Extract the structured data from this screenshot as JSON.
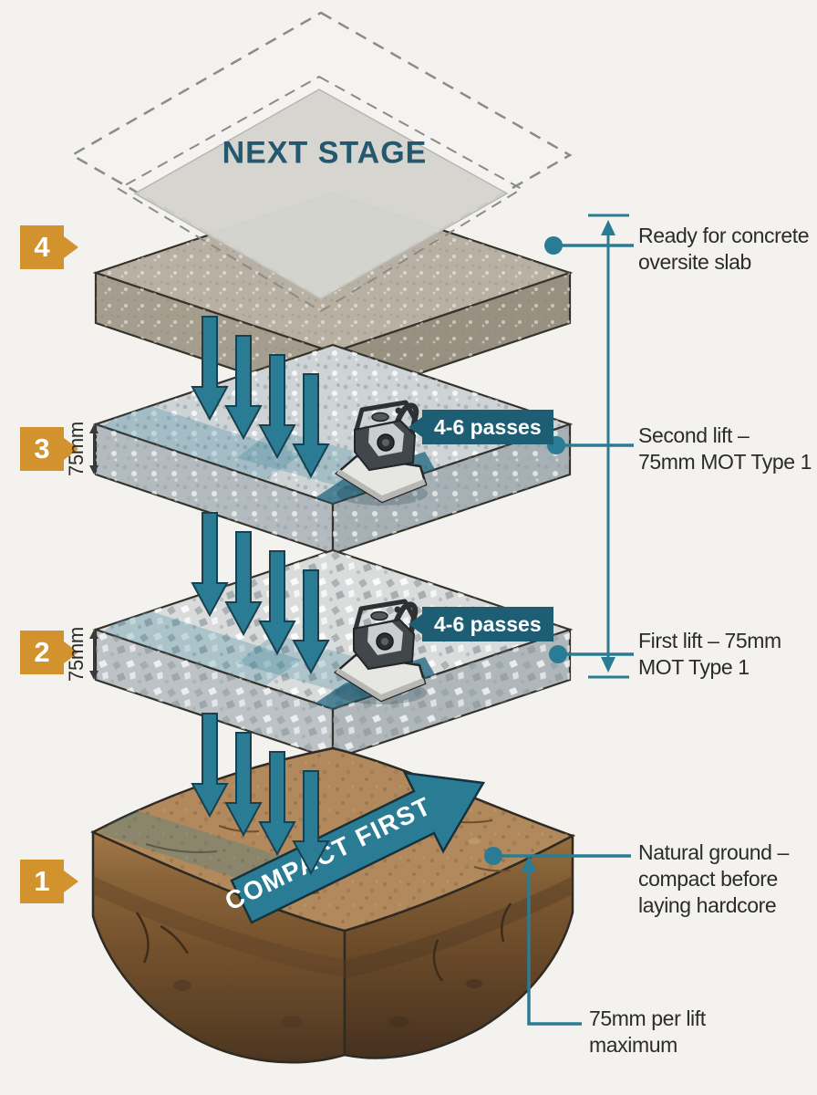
{
  "ghost": {
    "label": "NEXT STAGE"
  },
  "badges": {
    "b1": "1",
    "b2": "2",
    "b3": "3",
    "b4": "4"
  },
  "dims": {
    "second_lift": "75mm",
    "first_lift": "75mm"
  },
  "passes": {
    "second_lift": "4-6 passes",
    "first_lift": "4-6 passes"
  },
  "labels": {
    "ready": {
      "line1": "Ready for concrete",
      "line2": "oversite slab"
    },
    "second_lift": {
      "line1": "Second lift –",
      "line2": "75mm MOT Type 1"
    },
    "first_lift": {
      "line1": "First lift – 75mm",
      "line2": "MOT Type 1"
    },
    "natural_ground": {
      "line1": "Natural ground –",
      "line2": "compact before",
      "line3": "laying hardcore"
    },
    "per_lift": {
      "line1": "75mm per lift",
      "line2": "maximum"
    }
  },
  "ground_arrow": {
    "label": "COMPACT FIRST"
  },
  "colors": {
    "accent_teal": "#2a7c95",
    "badge_teal": "#1d5e74",
    "badge_orange": "#d2932e",
    "ghost_text": "#24586e",
    "ink": "#2b2b2b"
  }
}
